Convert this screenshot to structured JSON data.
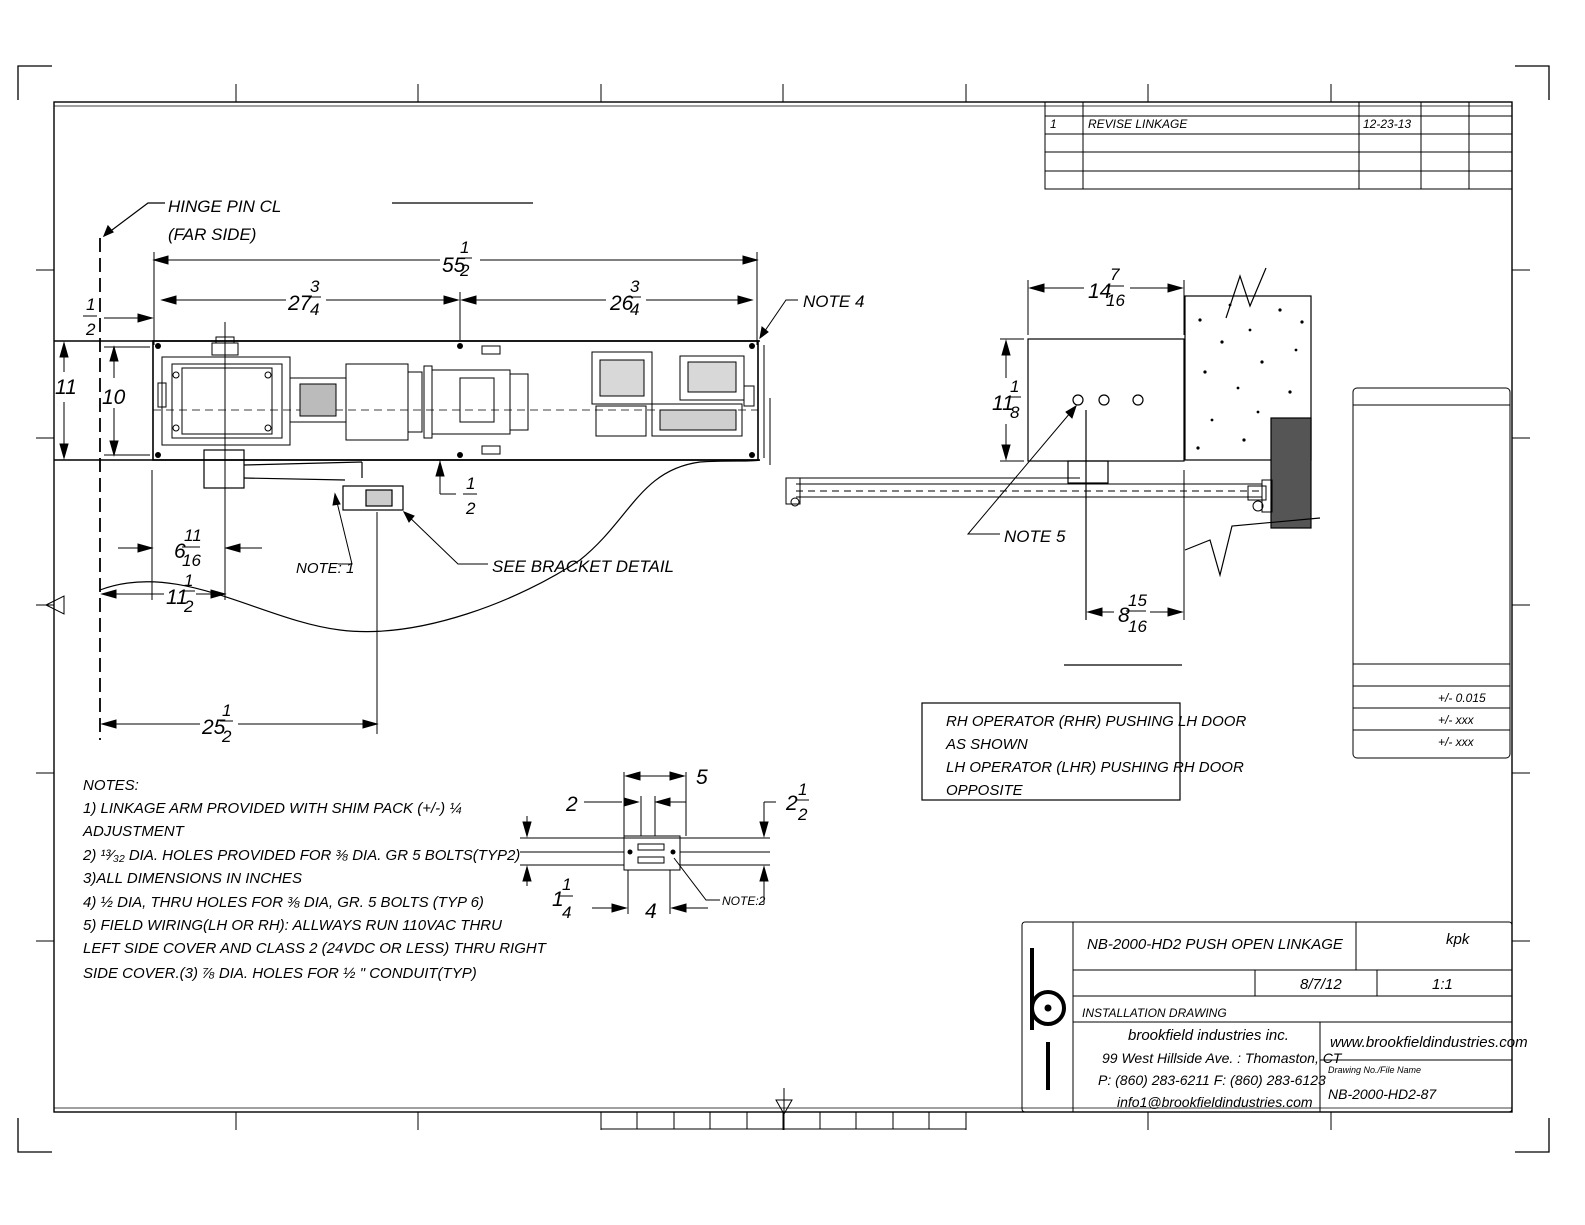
{
  "labels": {
    "hinge_pin_1": "HINGE PIN CL",
    "hinge_pin_2": "(FAR SIDE)",
    "note4": "NOTE 4",
    "note5": "NOTE 5",
    "note1": "NOTE: 1",
    "note2": "NOTE:2",
    "see_bracket": "SEE BRACKET DETAIL"
  },
  "dims": {
    "d55": "55",
    "d55_num": "1",
    "d55_den": "2",
    "d27": "27",
    "d27_num": "3",
    "d27_den": "4",
    "d26": "26",
    "d26_num": "3",
    "d26_den": "4",
    "half_num": "1",
    "half_den": "2",
    "d11": "11",
    "d10": "10",
    "bottom_half_num": "1",
    "bottom_half_den": "2",
    "d6": "6",
    "d6_num": "11",
    "d6_den": "16",
    "d11b": "11",
    "d11b_num": "1",
    "d11b_den": "2",
    "d25": "25",
    "d25_num": "1",
    "d25_den": "2",
    "d14": "14",
    "d14_num": "7",
    "d14_den": "16",
    "d11c": "11",
    "d11c_num": "1",
    "d11c_den": "8",
    "d8": "8",
    "d8_num": "15",
    "d8_den": "16",
    "b5": "5",
    "b2": "2",
    "b2h": "2",
    "b2h_num": "1",
    "b2h_den": "2",
    "b1q": "1",
    "b1q_num": "1",
    "b1q_den": "4",
    "b4": "4"
  },
  "notes": {
    "title": "NOTES:",
    "lines": [
      "1) LINKAGE ARM PROVIDED WITH SHIM PACK (+/-) ¼",
      "ADJUSTMENT",
      "2) ¹³⁄₃₂ DIA. HOLES PROVIDED FOR ⅜ DIA. GR 5 BOLTS(TYP2)",
      "3)ALL DIMENSIONS IN INCHES",
      "4) ½ DIA, THRU HOLES FOR  ⅜ DIA, GR. 5 BOLTS (TYP 6)",
      "5) FIELD WIRING(LH OR RH): ALLWAYS RUN 110VAC THRU",
      "LEFT SIDE COVER AND CLASS 2 (24VDC OR LESS) THRU RIGHT",
      "SIDE COVER.(3) ⅞ DIA. HOLES FOR ½ \" CONDUIT(TYP)"
    ]
  },
  "operator_box": {
    "lines": [
      "RH OPERATOR (RHR) PUSHING LH DOOR",
      "AS SHOWN",
      "LH OPERATOR (LHR)  PUSHING RH DOOR",
      "OPPOSITE"
    ]
  },
  "revision": {
    "number": "1",
    "description": "REVISE LINKAGE",
    "date": "12-23-13"
  },
  "tolerances": [
    "+/- 0.015",
    "+/- xxx",
    "+/- xxx"
  ],
  "title_block": {
    "title": "NB-2000-HD2 PUSH OPEN LINKAGE",
    "drawn_by": "kpk",
    "date": "8/7/12",
    "scale": "1:1",
    "drawing_type": "INSTALLATION DRAWING",
    "company": "brookfield industries inc.",
    "address": "99 West Hillside Ave. : Thomaston, CT",
    "phone": "P: (860) 283-6211  F: (860) 283-6123",
    "email": "info1@brookfieldindustries.com",
    "website": "www.brookfieldindustries.com",
    "dwg_label": "Drawing No./File Name",
    "dwg_no": "NB-2000-HD2-87"
  }
}
